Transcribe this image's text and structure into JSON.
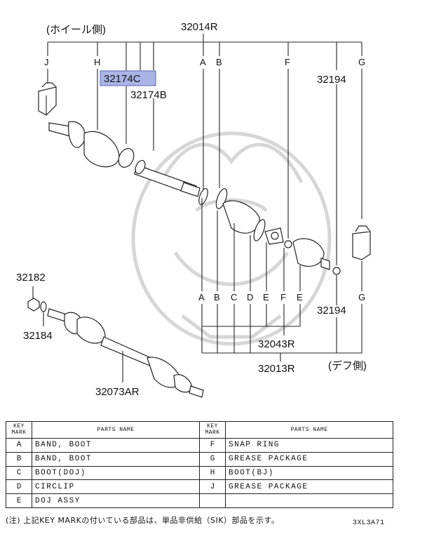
{
  "diagram": {
    "labels": {
      "wheel_side": "(ホイール側)",
      "diff_side": "(デフ側)",
      "p32014R": "32014R",
      "p32174C": "32174C",
      "p32174B": "32174B",
      "p32194_top": "32194",
      "p32194_bottom": "32194",
      "p32182": "32182",
      "p32184": "32184",
      "p32073AR": "32073AR",
      "p32043R": "32043R",
      "p32013R": "32013R"
    },
    "top_marks": [
      "J",
      "H",
      "A",
      "B",
      "F",
      "G"
    ],
    "bottom_marks": [
      "A",
      "B",
      "C",
      "D",
      "E",
      "F",
      "E",
      "G"
    ]
  },
  "table": {
    "header": {
      "key_mark": "KEY MARK",
      "parts_name": "PARTS NAME"
    },
    "left_rows": [
      {
        "key": "A",
        "name": "BAND, BOOT"
      },
      {
        "key": "B",
        "name": "BAND, BOOT"
      },
      {
        "key": "C",
        "name": "BOOT(DOJ)"
      },
      {
        "key": "D",
        "name": "CIRCLIP"
      },
      {
        "key": "E",
        "name": "DOJ ASSY"
      }
    ],
    "right_rows": [
      {
        "key": "F",
        "name": "SNAP RING"
      },
      {
        "key": "G",
        "name": "GREASE PACKAGE"
      },
      {
        "key": "H",
        "name": "BOOT(BJ)"
      },
      {
        "key": "J",
        "name": "GREASE PACKAGE"
      },
      {
        "key": "",
        "name": ""
      }
    ]
  },
  "note": "(注) 上記KEY MARKの付いている部品は、単品非供給（SIK）部品を示す。",
  "code": "3XL3A71",
  "colors": {
    "highlight": "#aab4e6",
    "line": "#222222",
    "watermark": "#d6d6d6"
  }
}
